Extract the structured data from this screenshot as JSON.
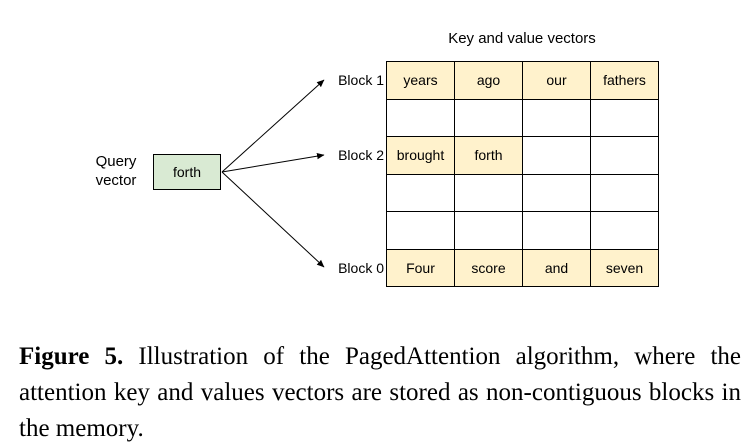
{
  "grid_title": "Key and value vectors",
  "query": {
    "label_line1": "Query",
    "label_line2": "vector",
    "token": "forth"
  },
  "blocks": [
    {
      "label": "Block 1",
      "tokens": [
        "years",
        "ago",
        "our",
        "fathers"
      ]
    },
    {
      "label": "Block 2",
      "tokens": [
        "brought",
        "forth",
        "",
        ""
      ]
    },
    {
      "label": "Block 0",
      "tokens": [
        "Four",
        "score",
        "and",
        "seven"
      ]
    }
  ],
  "colors": {
    "query_fill": "#d9ead3",
    "filled_cell": "#fff2cc",
    "border": "#000000"
  },
  "caption": {
    "label": "Figure 5.",
    "text": " Illustration of the PagedAttention algorithm, where the attention key and values vectors are stored as non-contiguous blocks in the memory."
  }
}
